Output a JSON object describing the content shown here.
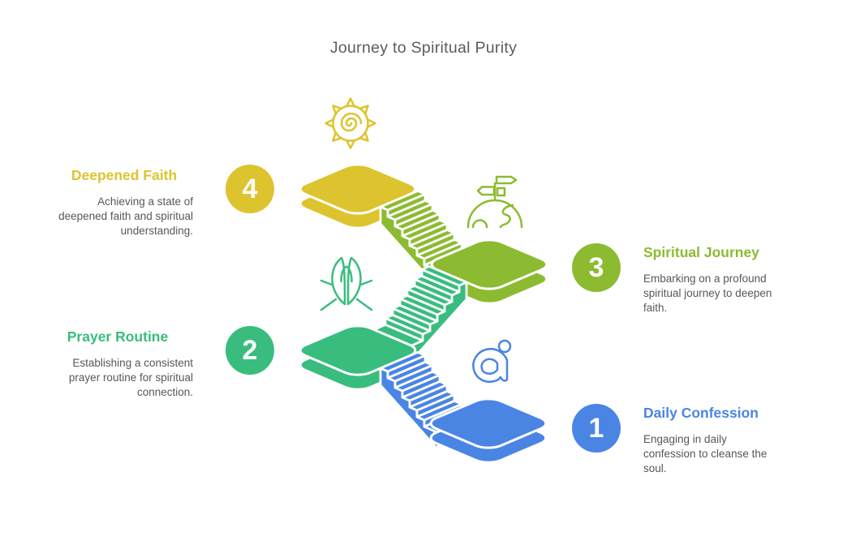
{
  "title": "Journey to Spiritual Purity",
  "colors": {
    "heading_gray": "#595d63",
    "body_gray": "#54585c",
    "background": "#ffffff"
  },
  "steps": [
    {
      "number": "1",
      "title": "Daily Confession",
      "description": "Engaging in daily confession to cleanse the soul.",
      "color": "#4a85e4",
      "icon": "bowing-person-icon",
      "label_side": "right"
    },
    {
      "number": "2",
      "title": "Prayer Routine",
      "description": "Establishing a consistent prayer routine for spiritual connection.",
      "color": "#39bd7e",
      "icon": "praying-hands-icon",
      "label_side": "left"
    },
    {
      "number": "3",
      "title": "Spiritual Journey",
      "description": "Embarking on a profound spiritual journey to deepen faith.",
      "color": "#8cbb31",
      "icon": "signpost-globe-icon",
      "label_side": "right"
    },
    {
      "number": "4",
      "title": "Deepened Faith",
      "description": "Achieving a state of deepened faith and spiritual understanding.",
      "color": "#ddc42e",
      "icon": "sun-spiral-icon",
      "label_side": "left"
    }
  ]
}
